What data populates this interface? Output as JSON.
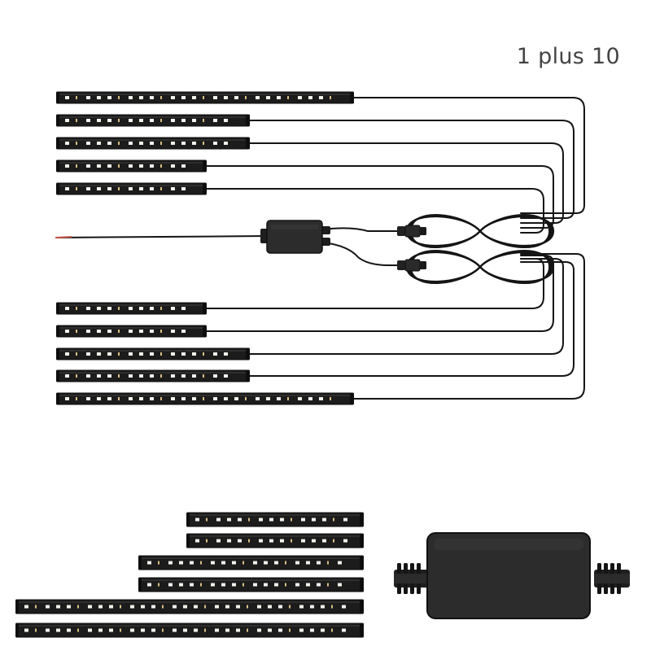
{
  "caption": "1 plus 10",
  "colors": {
    "background": "#ffffff",
    "strip_body": "#1c1c1c",
    "strip_edge": "#0b0b0b",
    "wire": "#151515",
    "led_white": "#f2f2ec",
    "led_warm": "#d9bf82",
    "controller": "#2c2c2c"
  },
  "product": {
    "strip_count_top_assembly": 10,
    "strip_count_bottom_group": 6,
    "controller_count": 1
  }
}
